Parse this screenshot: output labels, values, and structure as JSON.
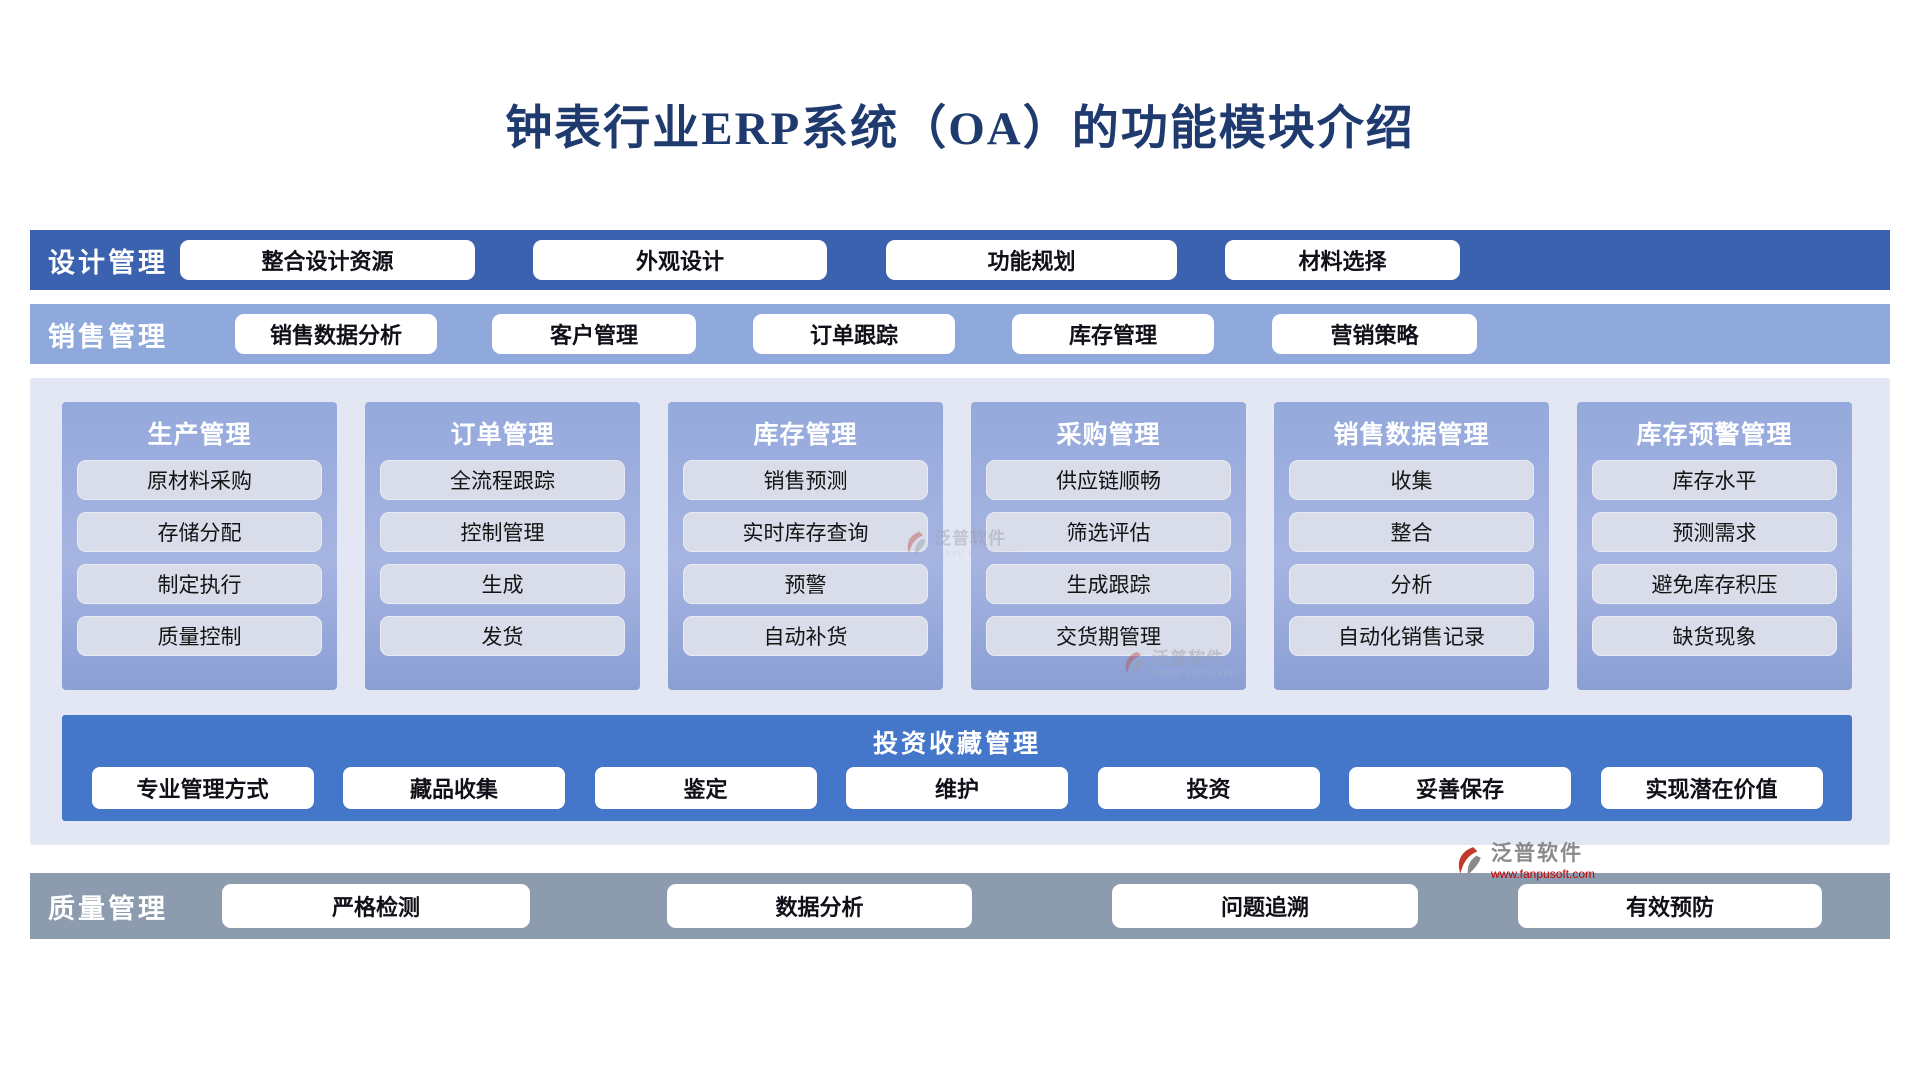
{
  "title": "钟表行业ERP系统（OA）的功能模块介绍",
  "colors": {
    "title_text": "#1e3a6e",
    "design_band": "#3a62ae",
    "sales_band": "#8fa9dc",
    "modules_background": "#e3e7f4",
    "module_column": "#95a9dc",
    "module_item": "#d9dce9",
    "invest_band": "#4476c9",
    "quality_band": "#8c9bae",
    "button_background": "#ffffff",
    "brand_red": "#c00000"
  },
  "top_bands": [
    {
      "label": "设计管理",
      "items": [
        "整合设计资源",
        "外观设计",
        "功能规划",
        "材料选择"
      ]
    },
    {
      "label": "销售管理",
      "items": [
        "销售数据分析",
        "客户管理",
        "订单跟踪",
        "库存管理",
        "营销策略"
      ]
    }
  ],
  "module_columns": [
    {
      "title": "生产管理",
      "items": [
        "原材料采购",
        "存储分配",
        "制定执行",
        "质量控制"
      ]
    },
    {
      "title": "订单管理",
      "items": [
        "全流程跟踪",
        "控制管理",
        "生成",
        "发货"
      ]
    },
    {
      "title": "库存管理",
      "items": [
        "销售预测",
        "实时库存查询",
        "预警",
        "自动补货"
      ]
    },
    {
      "title": "采购管理",
      "items": [
        "供应链顺畅",
        "筛选评估",
        "生成跟踪",
        "交货期管理"
      ]
    },
    {
      "title": "销售数据管理",
      "items": [
        "收集",
        "整合",
        "分析",
        "自动化销售记录"
      ]
    },
    {
      "title": "库存预警管理",
      "items": [
        "库存水平",
        "预测需求",
        "避免库存积压",
        "缺货现象"
      ]
    }
  ],
  "invest_band": {
    "title": "投资收藏管理",
    "items": [
      "专业管理方式",
      "藏品收集",
      "鉴定",
      "维护",
      "投资",
      "妥善保存",
      "实现潜在价值"
    ]
  },
  "bottom_band": {
    "label": "质量管理",
    "items": [
      "严格检测",
      "数据分析",
      "问题追溯",
      "有效预防"
    ]
  },
  "watermark": {
    "text": "泛普软件",
    "subtext": "FANPU SOFTWARE"
  },
  "logo": {
    "name": "泛普软件",
    "url": "www.fanpusoft.com"
  }
}
